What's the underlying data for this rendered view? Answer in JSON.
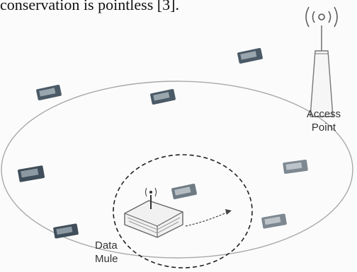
{
  "caption": "conservation is pointless [3].",
  "access_point": {
    "line1": "Access",
    "line2": "Point",
    "icon": "radio-tower-icon"
  },
  "data_mule": {
    "line1": "Data",
    "line2": "Mule",
    "icon": "router-icon"
  },
  "sensor_icon": "sensor-node-icon",
  "colors": {
    "line": "#8e8e8e",
    "node": "#4a5a66",
    "node_light": "#9aa6ae",
    "ink": "#333333"
  }
}
